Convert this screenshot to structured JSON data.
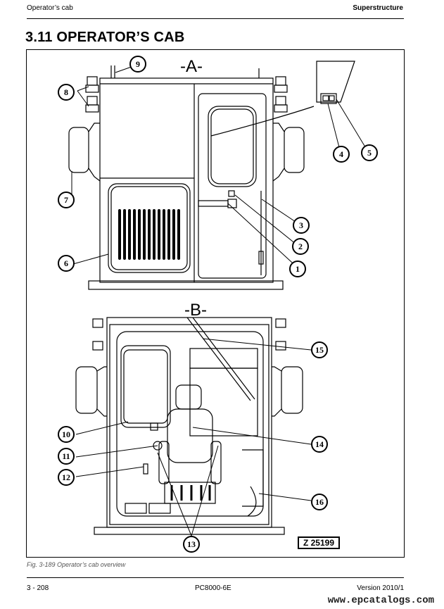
{
  "header": {
    "left": "Operator’s cab",
    "right": "Superstructure"
  },
  "section": {
    "title": "3.11  OPERATOR’S CAB"
  },
  "views": {
    "a": "-A-",
    "b": "-B-"
  },
  "callouts": [
    "1",
    "2",
    "3",
    "4",
    "5",
    "6",
    "7",
    "8",
    "9",
    "10",
    "11",
    "12",
    "13",
    "14",
    "15",
    "16"
  ],
  "figure_id": "Z 25199",
  "caption": "Fig. 3-189 Operator’s cab overview",
  "footer": {
    "page": "3  - 208",
    "model": "PC8000-6E",
    "version": "Version 2010/1"
  },
  "watermark": "www.epcatalogs.com"
}
